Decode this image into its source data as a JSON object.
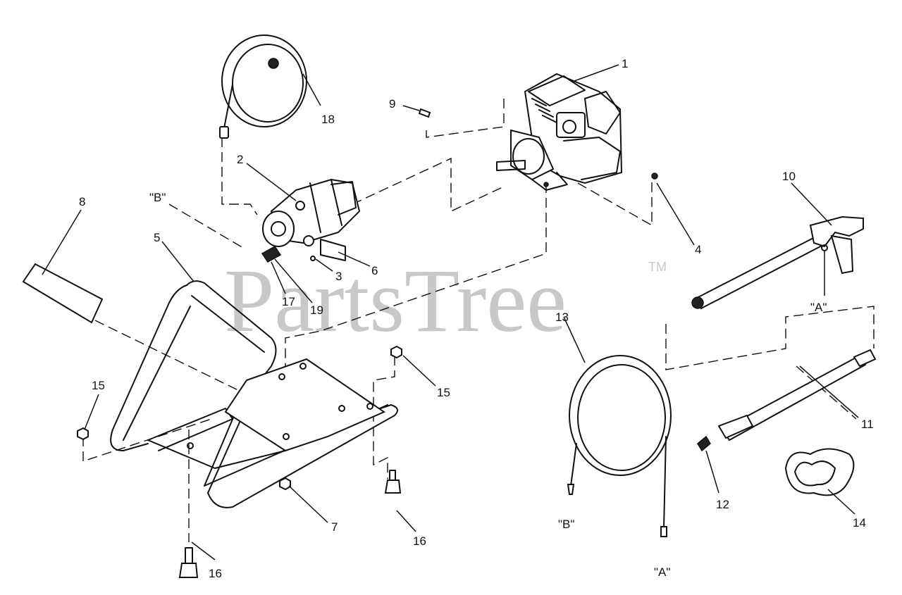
{
  "watermark": {
    "text": "PartsTree",
    "trademark": "TM"
  },
  "callouts": {
    "n1": "1",
    "n2": "2",
    "n3": "3",
    "n4": "4",
    "n5": "5",
    "n6": "6",
    "n7": "7",
    "n8": "8",
    "n9": "9",
    "n10": "10",
    "n11": "11",
    "n12": "12",
    "n13": "13",
    "n14": "14",
    "n15a": "15",
    "n15b": "15",
    "n16a": "16",
    "n16b": "16",
    "n17": "17",
    "n18": "18",
    "n19": "19",
    "refB1": "\"B\"",
    "refB2": "\"B\"",
    "refA1": "\"A\"",
    "refA2": "\"A\""
  }
}
